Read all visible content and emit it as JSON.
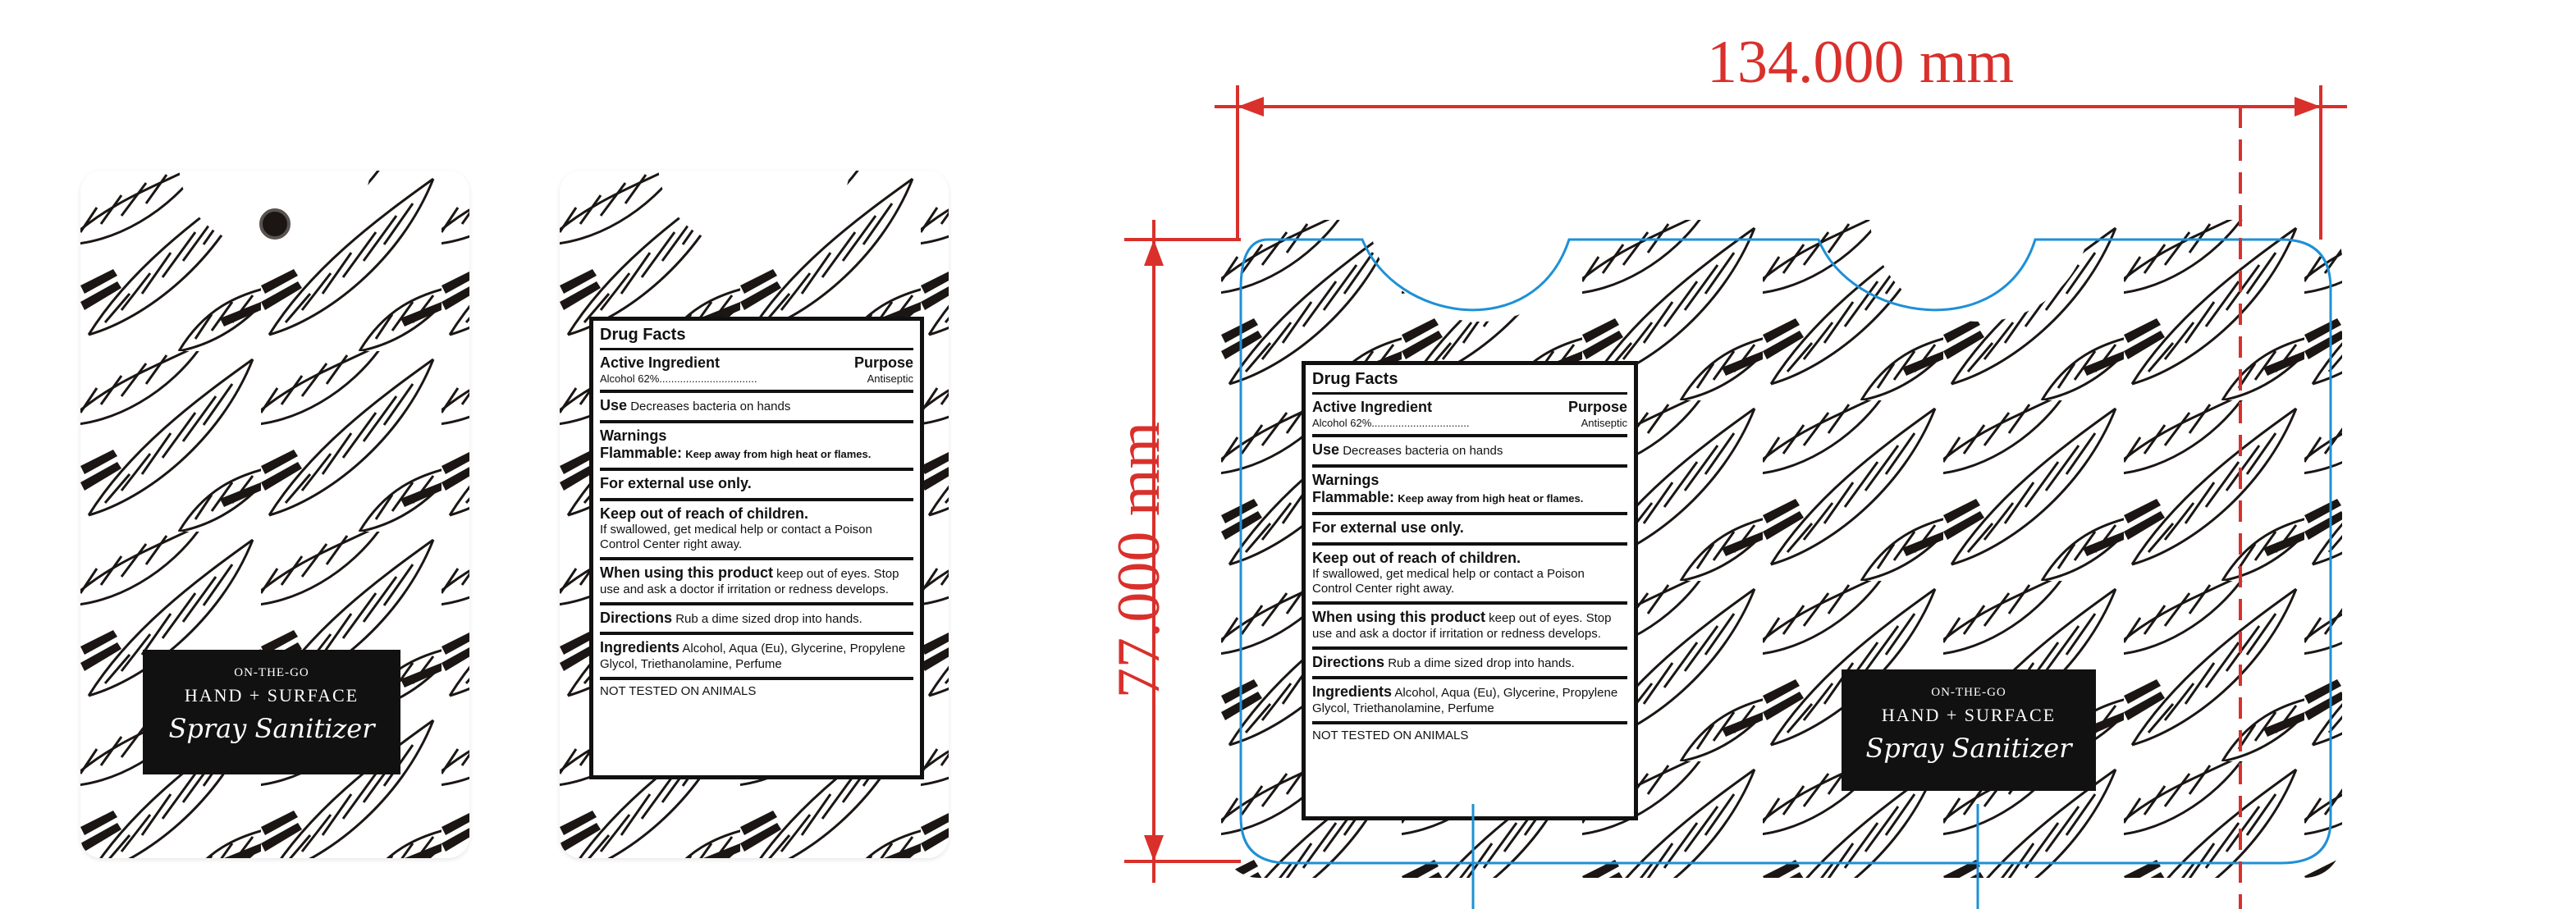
{
  "colors": {
    "dimension_red": "#d9302c",
    "cut_line_blue": "#1e90d6",
    "pattern_ink": "#1b1614",
    "label_black": "#111111"
  },
  "brand": {
    "eyebrow": "ON-THE-GO",
    "headline": "HAND + SURFACE",
    "script_name": "Spray Sanitizer"
  },
  "drug_facts": {
    "title": "Drug Facts",
    "active_ingredient_label": "Active Ingredient",
    "purpose_label": "Purpose",
    "alcohol": "Alcohol 62%.................................",
    "antiseptic": "Antiseptic",
    "use_label": "Use",
    "use_text": "Decreases bacteria on hands",
    "warnings_label": "Warnings",
    "flammable_label": "Flammable:",
    "flammable_text": "Keep away from high heat or flames.",
    "external": "For external use only.",
    "children_label": "Keep out of reach of children.",
    "children_text": "If swallowed, get medical help or contact a Poison Control Center right away.",
    "using_label": "When using this product",
    "using_text": "keep out of eyes. Stop use and ask a doctor if irritation or redness develops.",
    "directions_label": "Directions",
    "directions_text": "Rub a dime sized drop into hands.",
    "ingredients_label": "Ingredients",
    "ingredients_text": "Alcohol, Aqua (Eu), Glycerine, Propylene Glycol, Triethanolamine, Perfume",
    "not_tested": "NOT TESTED ON ANIMALS"
  },
  "dimensions": {
    "width": "134.000 mm",
    "height": "77.000 mm"
  }
}
